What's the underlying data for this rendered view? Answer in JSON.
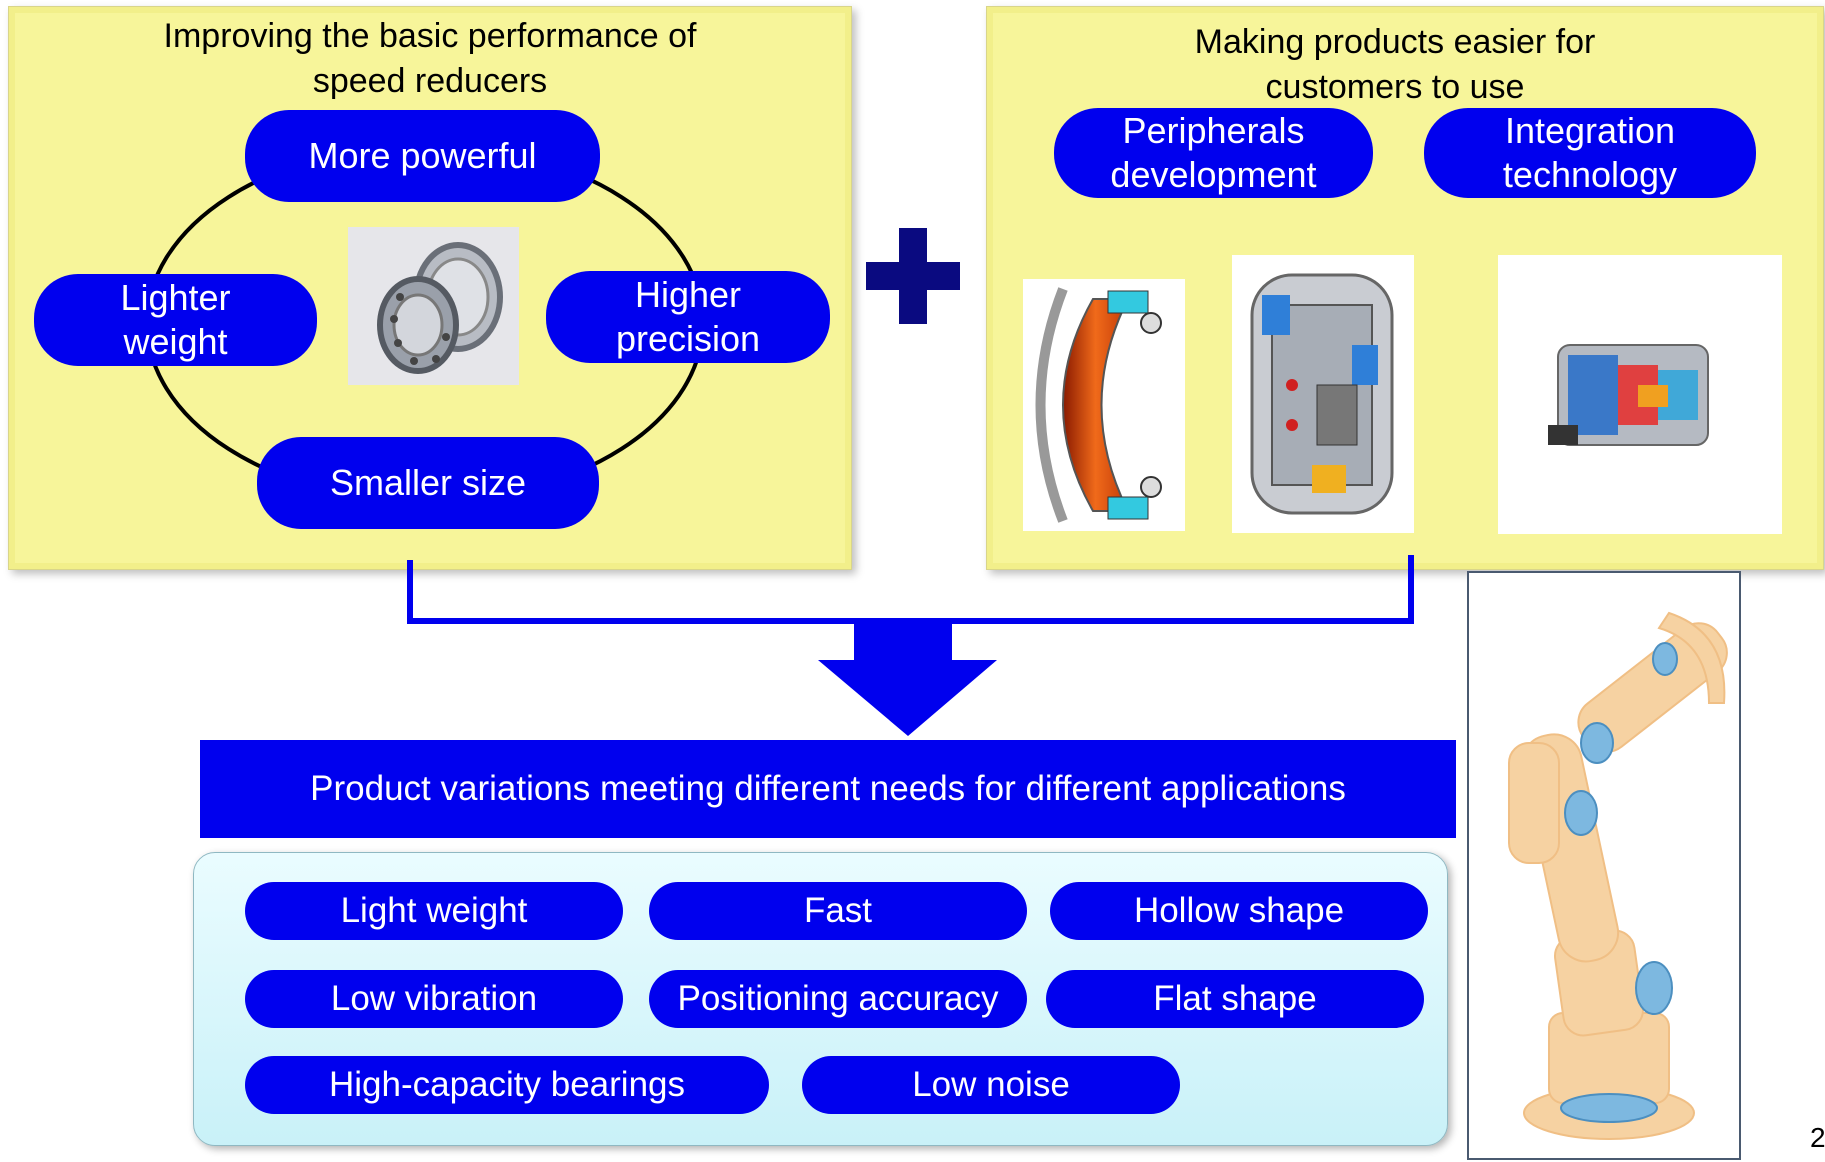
{
  "left_panel": {
    "title": "Improving the basic performance of speed reducers",
    "center_image": "speed-reducer-exploded-photo",
    "items": {
      "top": "More powerful",
      "left": "Lighter weight",
      "right": "Higher precision",
      "bottom": "Smaller size"
    }
  },
  "plus_icon": "plus-icon",
  "right_panel": {
    "title": "Making products easier for customers to use",
    "buttons": [
      "Peripherals development",
      "Integration technology"
    ],
    "images": [
      "bearing-cross-section",
      "reducer-cutaway",
      "integrated-actuator-cutaway"
    ]
  },
  "result": {
    "banner": "Product variations meeting different needs for different applications",
    "tags": [
      "Light weight",
      "Fast",
      "Hollow shape",
      "Low vibration",
      "Positioning accuracy",
      "Flat shape",
      "High-capacity bearings",
      "Low noise"
    ]
  },
  "robot_image": "industrial-robot-illustration",
  "page_number": "2",
  "colors": {
    "panel_yellow": "#f7f59a",
    "accent_blue": "#0000ee",
    "light_cyan": "#d6f6fc"
  }
}
